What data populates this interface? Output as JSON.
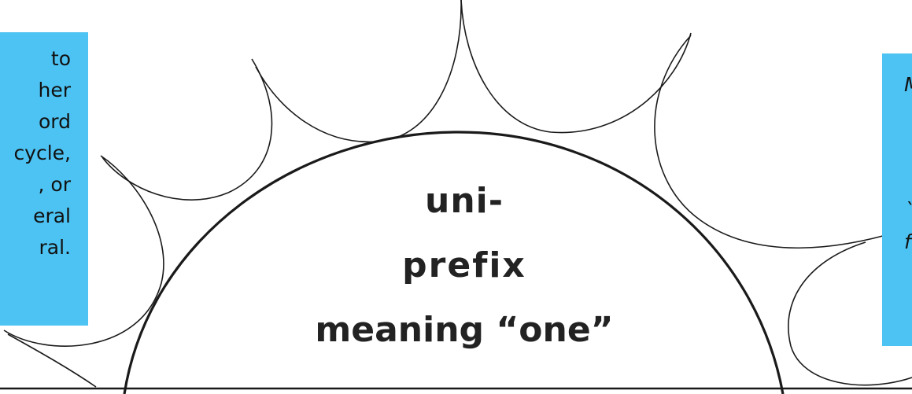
{
  "colors": {
    "background": "#ffffff",
    "note_box": "#4dc3f3",
    "outline": "#1a1a1a",
    "text": "#222222"
  },
  "center": {
    "word": "uni-",
    "part_of_speech": "prefix",
    "meaning": "meaning “one”"
  },
  "left_note": {
    "lines": [
      "to",
      "her",
      "ord",
      "cycle,",
      ", or",
      "eral",
      "ral."
    ]
  },
  "right_note": {
    "lines": [
      "M",
      "",
      "",
      "",
      "`",
      "f"
    ]
  }
}
